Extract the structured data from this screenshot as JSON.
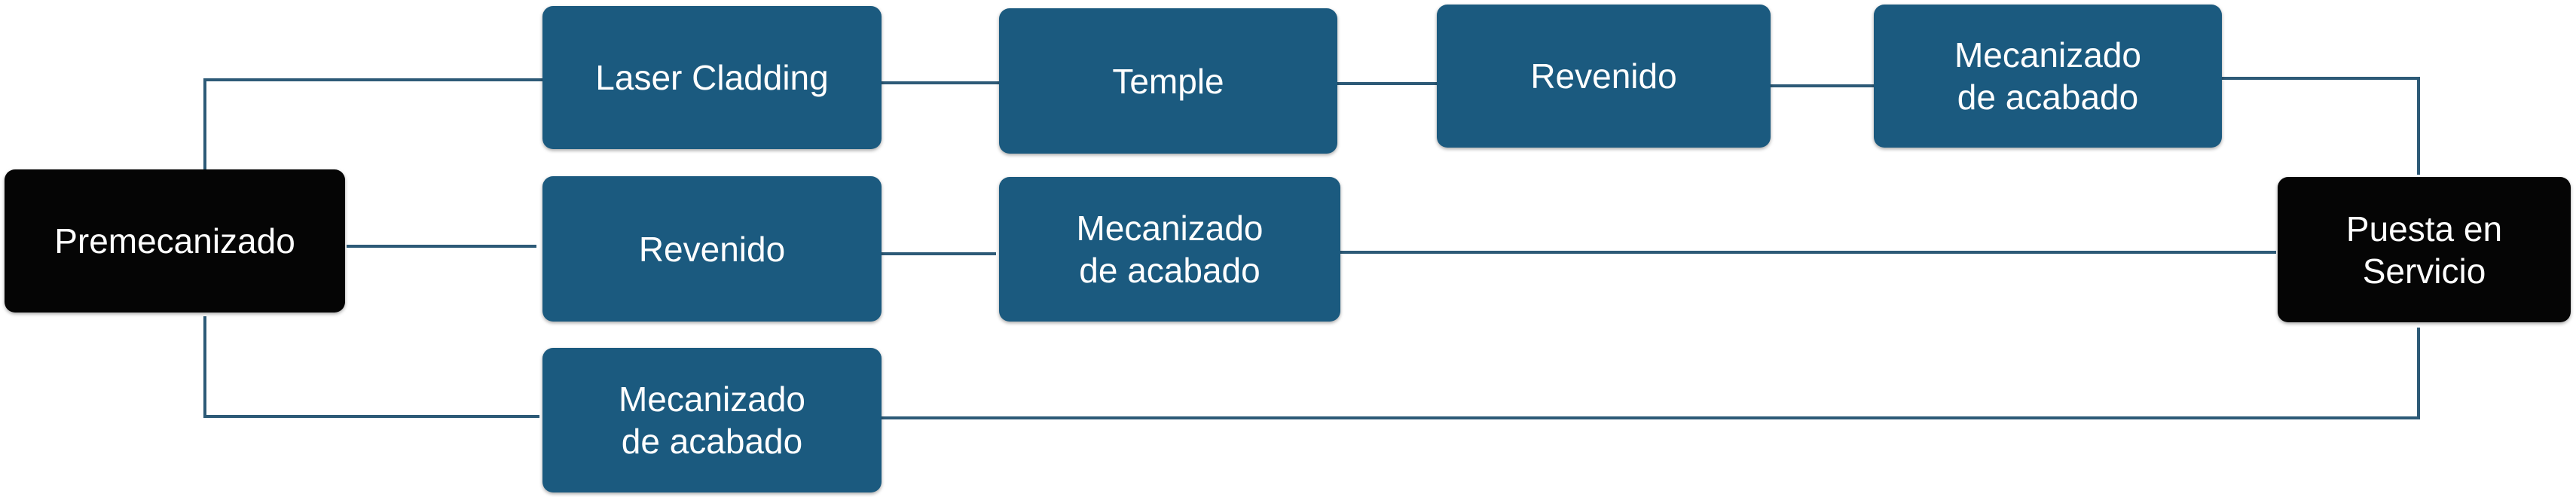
{
  "diagram": {
    "colors": {
      "process": "#1b5a7f",
      "terminal": "#050505",
      "connector": "#2d5a77"
    },
    "nodes": {
      "premecanizado": "Premecanizado",
      "puesta_en_servicio": "Puesta en\nServicio",
      "route1_laser_cladding": "Laser Cladding",
      "route1_temple": "Temple",
      "route1_revenido": "Revenido",
      "route1_mecanizado": "Mecanizado\nde acabado",
      "route2_revenido": "Revenido",
      "route2_mecanizado": "Mecanizado\nde acabado",
      "route3_mecanizado": "Mecanizado\nde acabado"
    }
  }
}
